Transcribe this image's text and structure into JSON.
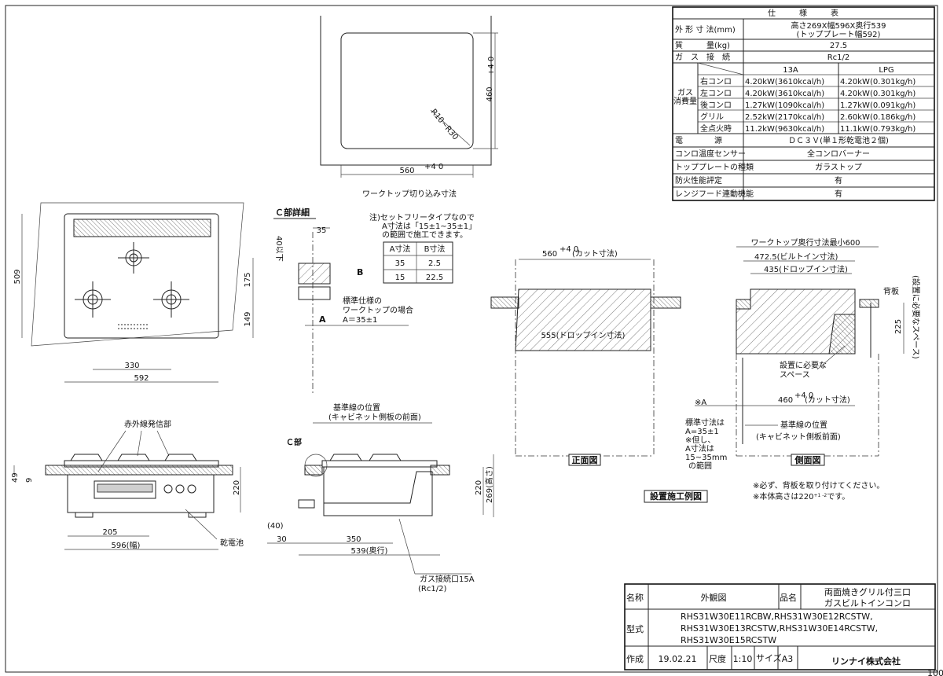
{
  "spec_table": {
    "title": "仕　　　様　　　表",
    "rows": [
      {
        "label": "外 形 寸 法(mm)",
        "value": "高さ269X幅596X奥行539",
        "value2": "(トッププレート幅592)"
      },
      {
        "label": "質　　　量(kg)",
        "value": "27.5"
      },
      {
        "label": "ガ　ス　接　続",
        "value": "Rc1/2"
      }
    ],
    "gas": {
      "group_label_1": "ガス",
      "group_label_2": "消費量",
      "col_13a": "13A",
      "col_lpg": "LPG",
      "rows": [
        {
          "label": "右コンロ",
          "a13": "4.20kW(3610kcal/h)",
          "lpg": "4.20kW(0.301kg/h)"
        },
        {
          "label": "左コンロ",
          "a13": "4.20kW(3610kcal/h)",
          "lpg": "4.20kW(0.301kg/h)"
        },
        {
          "label": "後コンロ",
          "a13": "1.27kW(1090kcal/h)",
          "lpg": "1.27kW(0.091kg/h)"
        },
        {
          "label": "グリル",
          "a13": "2.52kW(2170kcal/h)",
          "lpg": "2.60kW(0.186kg/h)"
        },
        {
          "label": "全点火時",
          "a13": "11.2kW(9630kcal/h)",
          "lpg": "11.1kW(0.793kg/h)"
        }
      ]
    },
    "rows2": [
      {
        "label": "電　　　　源",
        "value": "ＤＣ３Ｖ(単１形乾電池２個)"
      },
      {
        "label": "コンロ温度センサー",
        "value": "全コンロバーナー"
      },
      {
        "label": "トッププレートの種類",
        "value": "ガラストップ"
      },
      {
        "label": "防火性能評定",
        "value": "有"
      },
      {
        "label": "レンジフード連動機能",
        "value": "有"
      }
    ]
  },
  "cutout": {
    "dim_h": "460",
    "dim_h_tol": "+4 0",
    "dim_w": "560",
    "dim_w_tol": "+4 0",
    "radius": "R10~R30",
    "caption": "ワークトップ切り込み寸法"
  },
  "top_view": {
    "dim_509": "509",
    "dim_175": "175",
    "dim_149": "149",
    "dim_330": "330",
    "dim_592": "592"
  },
  "detail_c": {
    "title": "Ｃ部詳細",
    "dim_35": "35",
    "dim_40": "40以下",
    "label_b": "B",
    "label_a": "A",
    "note_1": "注)セットフリータイプなので",
    "note_2": "A寸法は「15±1~35±1」",
    "note_3": "の範囲で施工できます。",
    "table_headers": [
      "A寸法",
      "B寸法"
    ],
    "table_rows": [
      [
        "35",
        "2.5"
      ],
      [
        "15",
        "22.5"
      ]
    ],
    "std_1": "標準仕様の",
    "std_2": "ワークトップの場合",
    "std_3": "A＝35±1"
  },
  "front_install": {
    "dim_560": "560",
    "dim_560_tol": "+4 0",
    "dim_560_note": "(カット寸法)",
    "dim_555": "555(ドロップイン寸法)",
    "caption": "正面図"
  },
  "side_install": {
    "dim_600": "ワークトップ奥行寸法最小600",
    "dim_4725": "472.5(ビルトイン寸法)",
    "dim_435": "435(ドロップイン寸法)",
    "back_board": "背板",
    "dim_225": "225",
    "space_vertical": "(設置に必要なスペース)",
    "space_1": "設置に必要な",
    "space_2": "スペース",
    "mark_a": "※A",
    "dim_460": "460",
    "dim_460_tol": "+4 0",
    "dim_460_note": "(カット寸法)",
    "ref_1": "基準線の位置",
    "ref_2": "(キャビネット側板前面)",
    "std_1": "標準寸法は",
    "std_2": "A=35±1",
    "std_3": "※但し、",
    "std_4": "A寸法は",
    "std_5": "15~35mm",
    "std_6": "の範囲",
    "caption": "側面図",
    "main_caption": "設置施工例図",
    "note_1": "※必ず、背板を取り付けてください。",
    "note_2": "※本体高さは220",
    "note_2_tol": "+1 -2",
    "note_2_end": "です。"
  },
  "front_view": {
    "ir_label": "赤外線発信部",
    "dim_49": "49",
    "dim_9": "9",
    "dim_220": "220",
    "dim_205": "205",
    "dim_596": "596(幅)",
    "battery": "乾電池"
  },
  "side_view": {
    "ref_1": "基準線の位置",
    "ref_2": "(キャビネット側板の前面)",
    "c_label": "Ｃ部",
    "dim_220": "220",
    "dim_269": "269(高さ)",
    "dim_40": "(40)",
    "dim_30": "30",
    "dim_350": "350",
    "dim_539": "539(奥行)",
    "gas_1": "ガス接続口15A",
    "gas_2": "(Rc1/2)"
  },
  "title_block": {
    "name_label": "名称",
    "name_value": "外観図",
    "product_label": "品名",
    "product_1": "両面焼きグリル付三口",
    "product_2": "ガスビルトインコンロ",
    "model_label": "型式",
    "models": [
      "RHS31W30E11RCBW,RHS31W30E12RCSTW,",
      "RHS31W30E13RCSTW,RHS31W30E14RCSTW,",
      "RHS31W30E15RCSTW"
    ],
    "created_label": "作成",
    "created_value": "19.02.21",
    "scale_label": "尺度",
    "scale_value": "1:10",
    "size_label": "サイズ",
    "size_value": "A3",
    "company": "リンナイ株式会社",
    "page_code": "100"
  }
}
